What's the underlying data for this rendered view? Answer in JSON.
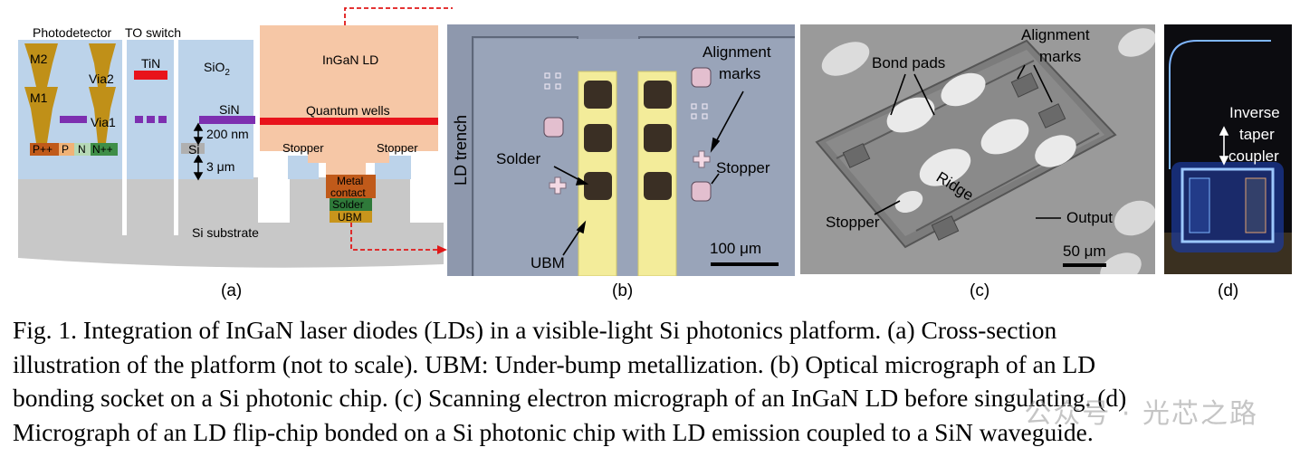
{
  "panel_a": {
    "photodetector": "Photodetector",
    "to_switch": "TO switch",
    "m2": "M2",
    "via2": "Via2",
    "m1": "M1",
    "via1": "Via1",
    "tin": "TiN",
    "sio2": "SiO",
    "sio2_sub": "2",
    "sin": "SiN",
    "si": "Si",
    "dim_200nm": "200 nm",
    "dim_3um": "3 μm",
    "ppp": "P++",
    "p": "P",
    "n": "N",
    "npp": "N++",
    "ld": "InGaN LD",
    "qw": "Quantum wells",
    "stopper_left": "Stopper",
    "stopper_right": "Stopper",
    "metal_contact_1": "Metal",
    "metal_contact_2": "contact",
    "solder": "Solder",
    "ubm": "UBM",
    "si_substrate": "Si substrate"
  },
  "panel_b": {
    "ld_trench": "LD trench",
    "alignment_1": "Alignment",
    "alignment_2": "marks",
    "solder": "Solder",
    "stopper": "Stopper",
    "ubm": "UBM",
    "scale": "100 μm"
  },
  "panel_c": {
    "alignment_1": "Alignment",
    "alignment_2": "marks",
    "bond_pads": "Bond pads",
    "ridge": "Ridge",
    "stopper": "Stopper",
    "output": "Output",
    "scale": "50 μm"
  },
  "panel_d": {
    "inverse": "Inverse",
    "taper": "taper",
    "coupler": "coupler"
  },
  "letters": {
    "a": "(a)",
    "b": "(b)",
    "c": "(c)",
    "d": "(d)"
  },
  "caption": {
    "line1": "Fig. 1. Integration of InGaN laser diodes (LDs) in a visible-light Si photonics platform. (a) Cross-section",
    "line2": "illustration of the platform (not to scale). UBM: Under-bump metallization. (b) Optical micrograph of an LD",
    "line3": "bonding socket on a Si photonic chip. (c) Scanning electron micrograph of an InGaN LD before singulating. (d)",
    "line4": "Micrograph of an LD flip-chip bonded on a Si photonic chip with LD emission coupled to a SiN waveguide."
  },
  "watermark": "公众号 · 光芯之路",
  "colors": {
    "oxide": "#bcd3ea",
    "substrate": "#c8c8c8",
    "ld": "#f6c7a6",
    "qw": "#e8131b",
    "metal": "#c09018",
    "via_purple": "#7d2fb0",
    "contact": "#c05a1a",
    "solder": "#2f7a3a",
    "ubm": "#c8951c",
    "arrow_red": "#e01818"
  }
}
